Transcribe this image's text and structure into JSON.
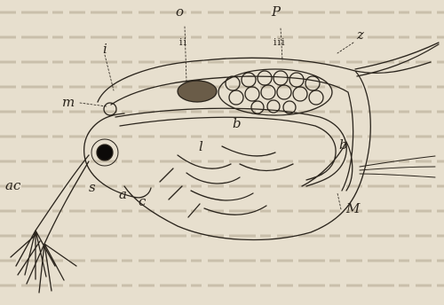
{
  "figure": {
    "labels": {
      "o": "o",
      "P": "P",
      "z": "z",
      "i": "i",
      "ii": "ii",
      "iii": "iii",
      "m": "m",
      "b_top": "b",
      "b_right": "b",
      "l": "l",
      "M": "M",
      "ac": "ac",
      "s": "s",
      "a": "a",
      "c": "c"
    }
  },
  "colors": {
    "paper": "#e7dfce",
    "ink": "#2a241c",
    "eye": "#0c0a08"
  }
}
